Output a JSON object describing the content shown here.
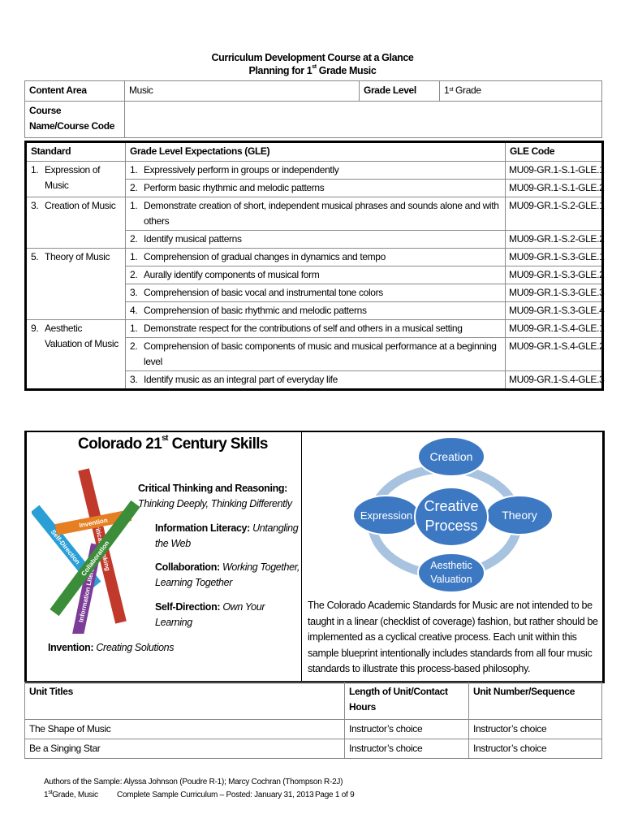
{
  "title": {
    "line1": "Curriculum Development Course at a Glance",
    "line2_prefix": "Planning for 1",
    "line2_sup": "st",
    "line2_suffix": " Grade Music"
  },
  "top_table": {
    "content_area_label": "Content Area",
    "content_area_value": "Music",
    "grade_level_label": "Grade Level",
    "grade_level_prefix": "1",
    "grade_level_sup": "st",
    "grade_level_suffix": " Grade",
    "course_label": "Course Name/Course Code",
    "course_value": ""
  },
  "standards_table": {
    "headers": {
      "standard": "Standard",
      "gle": "Grade Level Expectations (GLE)",
      "code": "GLE Code"
    },
    "standards": [
      {
        "num": "1.",
        "name": "Expression of Music",
        "gles": [
          {
            "num": "1.",
            "text": "Expressively perform in groups or independently",
            "code": "MU09-GR.1-S.1-GLE.1"
          },
          {
            "num": "2.",
            "text": "Perform basic rhythmic and melodic patterns",
            "code": "MU09-GR.1-S.1-GLE.2"
          }
        ]
      },
      {
        "num": "3.",
        "name": "Creation of Music",
        "gles": [
          {
            "num": "1.",
            "text": "Demonstrate creation of short, independent musical phrases and sounds alone and with others",
            "code": "MU09-GR.1-S.2-GLE.1"
          },
          {
            "num": "2.",
            "text": "Identify musical patterns",
            "code": "MU09-GR.1-S.2-GLE.2"
          }
        ]
      },
      {
        "num": "5.",
        "name": "Theory of Music",
        "gles": [
          {
            "num": "1.",
            "text": "Comprehension of gradual changes in dynamics and tempo",
            "code": "MU09-GR.1-S.3-GLE.1"
          },
          {
            "num": "2.",
            "text": "Aurally identify components of musical form",
            "code": "MU09-GR.1-S.3-GLE.2"
          },
          {
            "num": "3.",
            "text": "Comprehension of basic vocal and instrumental tone colors",
            "code": "MU09-GR.1-S.3-GLE.3"
          },
          {
            "num": "4.",
            "text": "Comprehension of basic rhythmic and melodic patterns",
            "code": "MU09-GR.1-S.3-GLE.4"
          }
        ]
      },
      {
        "num": "9.",
        "name": "Aesthetic Valuation of Music",
        "gles": [
          {
            "num": "1.",
            "text": "Demonstrate respect for the contributions of self and others in a musical setting",
            "code": "MU09-GR.1-S.4-GLE.1"
          },
          {
            "num": "2.",
            "text": "Comprehension of  basic components of music and musical performance at a beginning level",
            "code": "MU09-GR.1-S.4-GLE.2"
          },
          {
            "num": "3.",
            "text": "Identify music as an integral part of everyday life",
            "code": "MU09-GR.1-S.4-GLE.3"
          }
        ]
      }
    ]
  },
  "skills": {
    "title_prefix": "Colorado 21",
    "title_sup": "st",
    "title_suffix": " Century Skills",
    "items": [
      {
        "label": "Critical Thinking and Reasoning:",
        "desc": "Thinking Deeply, Thinking Differently"
      },
      {
        "label": "Information Literacy:",
        "desc": "Untangling the Web"
      },
      {
        "label": "Collaboration:",
        "desc": "Working Together, Learning Together"
      },
      {
        "label": "Self-Direction:",
        "desc": "Own Your Learning"
      },
      {
        "label": "Invention:",
        "desc": "Creating Solutions"
      }
    ],
    "star_labels": {
      "critical": "Critical Thinking",
      "self": "Self-Direction",
      "invention": "Invention",
      "info": "Information Literacy",
      "collab": "Collaboration"
    },
    "colors": {
      "critical": "#c0392b",
      "self": "#2a9fd6",
      "invention": "#e67e22",
      "info": "#7d3c98",
      "collab": "#3b8d3a"
    }
  },
  "cycle": {
    "center": "Creative Process",
    "nodes": {
      "top": "Creation",
      "left": "Expression",
      "right": "Theory",
      "bottom": "Aesthetic Valuation"
    },
    "color": "#3d79c3",
    "ring_color": "#a8c3e0",
    "note": "The Colorado Academic Standards for Music are not intended to be taught in a linear (checklist of coverage) fashion, but rather should be implemented as a cyclical creative process. Each unit within this sample blueprint intentionally includes standards from all four music standards to illustrate this process-based philosophy."
  },
  "units_table": {
    "headers": {
      "titles": "Unit Titles",
      "length": "Length of Unit/Contact Hours",
      "sequence": "Unit Number/Sequence"
    },
    "rows": [
      {
        "title": "The Shape of Music",
        "length": "Instructor’s choice",
        "sequence": "Instructor’s choice"
      },
      {
        "title": "Be a Singing Star",
        "length": "Instructor’s choice",
        "sequence": "Instructor’s choice"
      }
    ]
  },
  "footer": {
    "authors": "Authors of the Sample: Alyssa Johnson (Poudre R-1); Marcy Cochran (Thompson R-2J)",
    "grade_prefix": "1",
    "grade_sup": "st",
    "grade_suffix": " Grade, Music",
    "curriculum": "Complete Sample Curriculum – Posted: January 31, 2013",
    "page": "Page 1 of 9"
  }
}
